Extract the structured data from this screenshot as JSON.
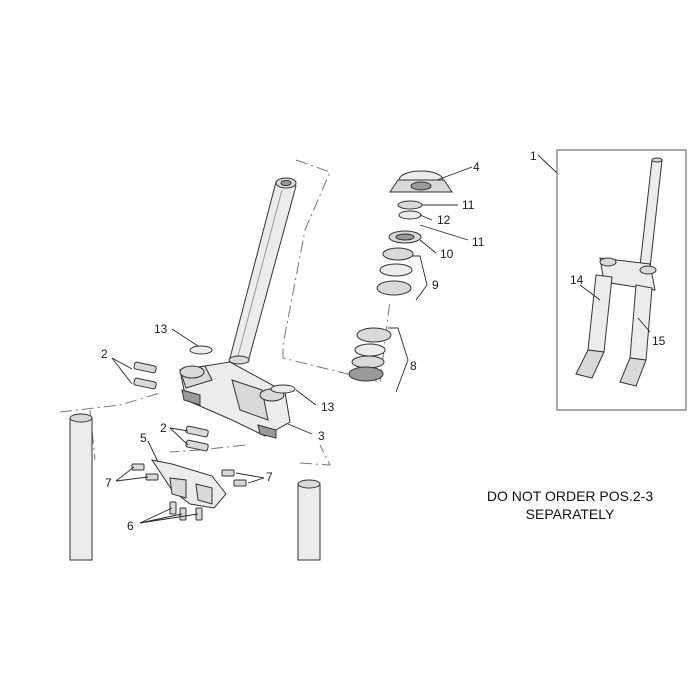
{
  "callouts": {
    "c1": "1",
    "c2a": "2",
    "c2b": "2",
    "c3": "3",
    "c4": "4",
    "c5": "5",
    "c6": "6",
    "c7a": "7",
    "c7b": "7",
    "c8": "8",
    "c9": "9",
    "c10": "10",
    "c11a": "11",
    "c11b": "11",
    "c12": "12",
    "c13a": "13",
    "c13b": "13",
    "c14": "14",
    "c15": "15"
  },
  "note": {
    "line1": "DO NOT ORDER POS.2-3",
    "line2": "SEPARATELY"
  }
}
